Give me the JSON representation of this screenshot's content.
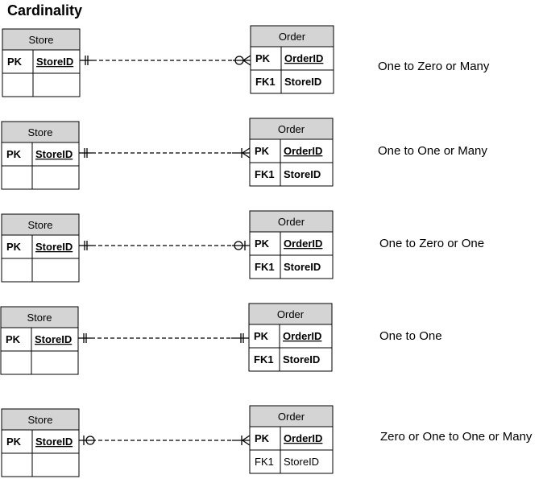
{
  "title": "Cardinality",
  "colors": {
    "header_fill": "#d4d4d4",
    "line": "#000000",
    "background": "#ffffff"
  },
  "rows": [
    {
      "parent": {
        "name": "Store",
        "pk_label": "PK",
        "pk_field": "StoreID",
        "bold": true
      },
      "child": {
        "name": "Order",
        "pk_label": "PK",
        "pk_field": "OrderID",
        "fk_label": "FK1",
        "fk_field": "StoreID",
        "fk_bold": true
      },
      "parent_end": "one-mandatory",
      "child_end": "zero-or-many",
      "label": "One to Zero or Many"
    },
    {
      "parent": {
        "name": "Store",
        "pk_label": "PK",
        "pk_field": "StoreID",
        "bold": true
      },
      "child": {
        "name": "Order",
        "pk_label": "PK",
        "pk_field": "OrderID",
        "fk_label": "FK1",
        "fk_field": "StoreID",
        "fk_bold": true
      },
      "parent_end": "one-mandatory",
      "child_end": "one-or-many",
      "label": "One to One or Many"
    },
    {
      "parent": {
        "name": "Store",
        "pk_label": "PK",
        "pk_field": "StoreID",
        "bold": true
      },
      "child": {
        "name": "Order",
        "pk_label": "PK",
        "pk_field": "OrderID",
        "fk_label": "FK1",
        "fk_field": "StoreID",
        "fk_bold": true
      },
      "parent_end": "one-mandatory",
      "child_end": "zero-or-one",
      "label": "One to Zero or One"
    },
    {
      "parent": {
        "name": "Store",
        "pk_label": "PK",
        "pk_field": "StoreID",
        "bold": true
      },
      "child": {
        "name": "Order",
        "pk_label": "PK",
        "pk_field": "OrderID",
        "fk_label": "FK1",
        "fk_field": "StoreID",
        "fk_bold": true
      },
      "parent_end": "one-mandatory",
      "child_end": "one-mandatory",
      "label": "One to One"
    },
    {
      "parent": {
        "name": "Store",
        "pk_label": "PK",
        "pk_field": "StoreID",
        "bold": true
      },
      "child": {
        "name": "Order",
        "pk_label": "PK",
        "pk_field": "OrderID",
        "fk_label": "FK1",
        "fk_field": "StoreID",
        "fk_bold": false
      },
      "parent_end": "zero-or-one",
      "child_end": "one-or-many",
      "label": "Zero or One to One or Many"
    }
  ]
}
